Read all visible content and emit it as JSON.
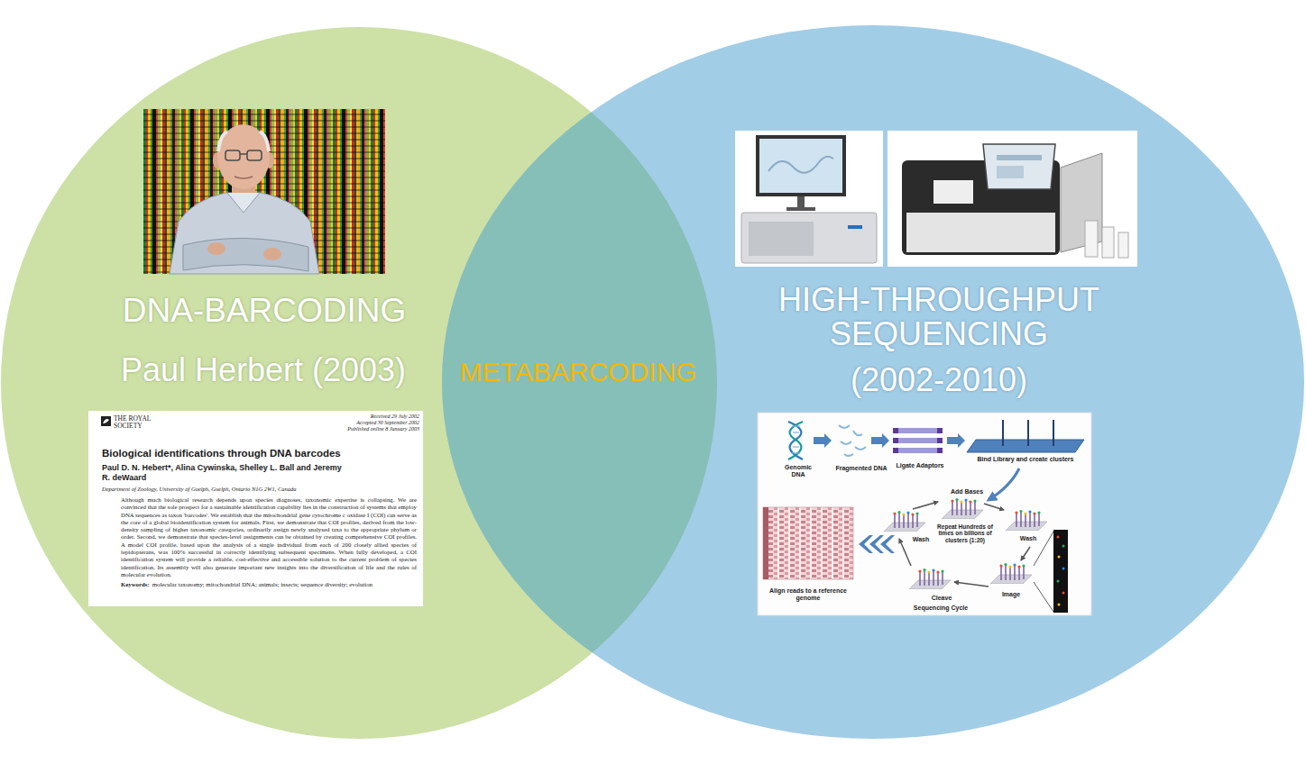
{
  "diagram": {
    "nodes": [
      {
        "text": [
          "DNA-BARCODING",
          "Paul Herbert (2003)"
        ]
      },
      {
        "text": [
          "HIGH-THROUGHPUT SEQUENCING",
          "(2002-2010)"
        ]
      },
      {
        "text": [
          "METABARCODING"
        ]
      }
    ],
    "labels": [
      "THE ROYAL SOCIETY",
      "Received 29 July 2002",
      "Accepted 30 September 2002",
      "Published online 8 January 2003",
      "Biological identifications through DNA barcodes",
      "Paul D. N. Hebert*, Alina Cywinska, Shelley L. Ball and Jeremy R. deWaard",
      "Department of Zoology, University of Guelph, Guelph, Ontario N1G 2W1, Canada",
      "Although much biological research depends upon species diagnoses, taxonomic expertise is collapsing. We are convinced that the sole prospect for a sustainable identification capability lies in the construction of systems that employ DNA sequences as taxon 'barcodes'. We establish that the mitochondrial gene cytochrome c oxidase I (COI) can serve as the core of a global bioidentification system for animals. First, we demonstrate that COI profiles, derived from the low-density sampling of higher taxonomic categories, ordinarily assign newly analysed taxa to the appropriate phylum or order. Second, we demonstrate that species-level assignments can be obtained by creating comprehensive COI profiles. A model COI profile, based upon the analysis of a single individual from each of 200 closely allied species of lepidopterans, was 100% successful in correctly identifying subsequent specimens. When fully developed, a COI identification system will provide a reliable, cost-effective and accessible solution to the current problem of species identification. Its assembly will also generate important new insights into the diversification of life and the rules of molecular evolution.",
      "Keywords:",
      "molecular taxonomy; mitochondrial DNA; animals; insects; sequence diversity; evolution",
      "Genomic DNA",
      "Fragmented DNA",
      "Ligate Adaptors",
      "Bind Library and create clusters",
      "Add Bases",
      "Repeat Hundreds of times on billions of clusters (1:20)",
      "Wash",
      "Wash",
      "Image",
      "Cleave",
      "Sequencing Cycle",
      "Align reads to a reference genome"
    ]
  }
}
